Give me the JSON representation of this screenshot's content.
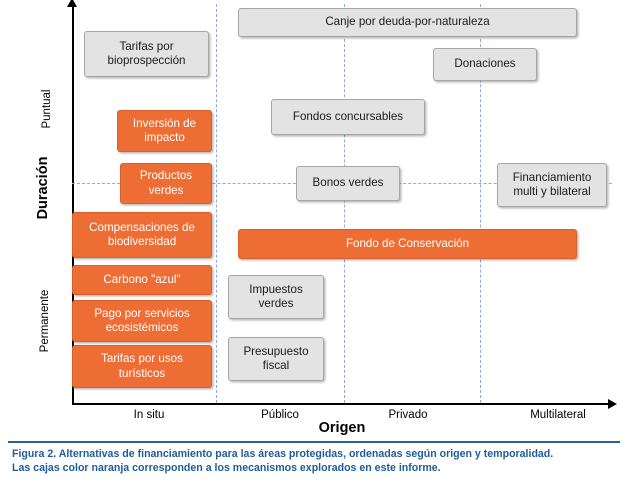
{
  "figure": {
    "axes": {
      "y_title": "Duración",
      "x_title": "Origen",
      "y_ticks": [
        "Puntual",
        "Permanente"
      ],
      "x_ticks": [
        "In situ",
        "Público",
        "Privado",
        "Multilateral"
      ]
    },
    "boxes": [
      {
        "label": "Tarifas por bioprospección",
        "color": "gray"
      },
      {
        "label": "Canje por deuda-por-naturaleza",
        "color": "gray"
      },
      {
        "label": "Donaciones",
        "color": "gray"
      },
      {
        "label": "Fondos concursables",
        "color": "gray"
      },
      {
        "label": "Inversión de impacto",
        "color": "orange"
      },
      {
        "label": "Productos verdes",
        "color": "orange"
      },
      {
        "label": "Bonos verdes",
        "color": "gray"
      },
      {
        "label": "Financiamiento multi y bilateral",
        "color": "gray"
      },
      {
        "label": "Compensaciones de biodiversidad",
        "color": "orange"
      },
      {
        "label": "Fondo de Conservación",
        "color": "orange"
      },
      {
        "label": "Carbono \"azul\"",
        "color": "orange"
      },
      {
        "label": "Impuestos verdes",
        "color": "gray"
      },
      {
        "label": "Pago por servicios ecosistémicos",
        "color": "orange"
      },
      {
        "label": "Tarifas por usos turísticos",
        "color": "orange"
      },
      {
        "label": "Presupuesto fiscal",
        "color": "gray"
      }
    ],
    "caption_line1": "Figura 2. Alternativas de financiamiento para las áreas protegidas, ordenadas según origen y temporalidad.",
    "caption_line2": "Las cajas color naranja corresponden a los mecanismos explorados en este informe.",
    "colors": {
      "orange": "#ed6d35",
      "gray": "#e3e3e3",
      "guide": "#8faadc",
      "caption": "#1f5c99"
    }
  }
}
